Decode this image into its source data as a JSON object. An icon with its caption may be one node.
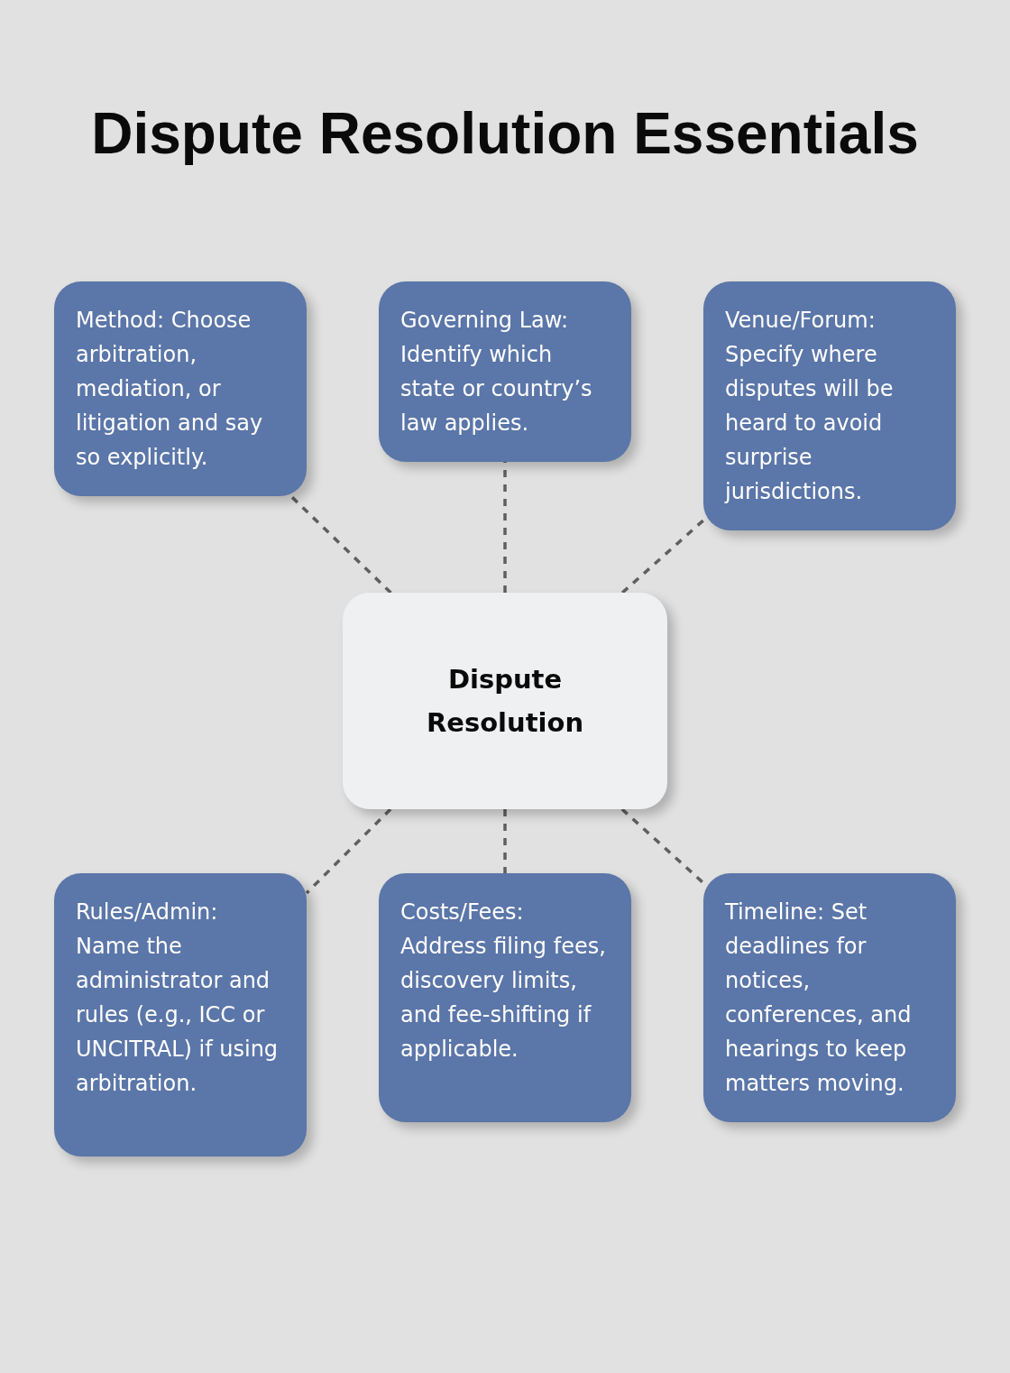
{
  "diagram": {
    "title": "Dispute Resolution Essentials",
    "nodes": [
      {
        "text": [
          "Method: Choose arbitration, mediation, or litigation and say so explicitly."
        ]
      },
      {
        "text": [
          "Governing Law: Identify which state or country’s law applies."
        ]
      },
      {
        "text": [
          "Venue/Forum: Specify where disputes will be heard to avoid surprise jurisdictions."
        ]
      },
      {
        "text": [
          "Dispute Resolution"
        ]
      },
      {
        "text": [
          "Rules/Admin: Name the administrator and rules (e.g., ICC or UNCITRAL) if using arbitration."
        ]
      },
      {
        "text": [
          "Costs/Fees: Address filing fees, discovery limits, and fee-shifting if applicable."
        ]
      },
      {
        "text": [
          "Timeline: Set deadlines for notices, conferences, and hearings to keep matters moving."
        ]
      }
    ],
    "edges": [
      {
        "from": 3,
        "to": 0,
        "arrow": "none",
        "style": "dashed"
      },
      {
        "from": 3,
        "to": 1,
        "arrow": "none",
        "style": "dashed"
      },
      {
        "from": 3,
        "to": 2,
        "arrow": "none",
        "style": "dashed"
      },
      {
        "from": 3,
        "to": 4,
        "arrow": "none",
        "style": "dashed"
      },
      {
        "from": 3,
        "to": 5,
        "arrow": "none",
        "style": "dashed"
      },
      {
        "from": 3,
        "to": 6,
        "arrow": "none",
        "style": "dashed"
      }
    ]
  }
}
